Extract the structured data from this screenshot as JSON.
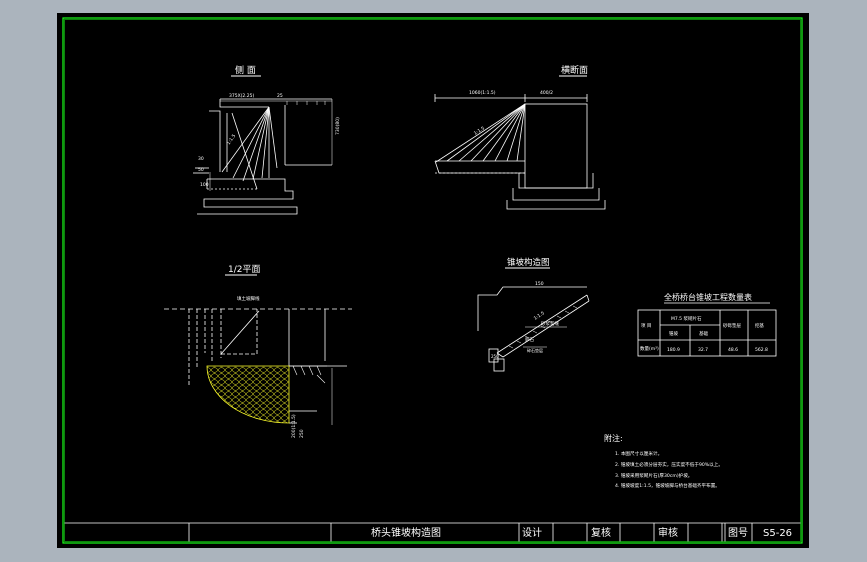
{
  "drawing": {
    "views": {
      "side": "侧 面",
      "section": "横断面",
      "half_plan": "1/2平面",
      "cone": "锥坡构造图"
    },
    "dims": {
      "side_top": "375X(2.25)",
      "side_top_small": "25",
      "side_right": "730(80)",
      "side_slope": "1:1.5",
      "side_b1": "30",
      "side_b2": "50",
      "side_b3": "100",
      "sec_left": "1060(1:1.5)",
      "sec_right": "400/2",
      "sec_slope": "1:1.5",
      "cone_top": "150",
      "cone_s1": "1:1.5",
      "cone_s2": "砂浆勾缝",
      "cone_s3": "卵石",
      "cone_s4": "碎石垫层",
      "cone_b": "250",
      "plan_note": "填土坡脚线",
      "plan_r1": "200(1:1.5)",
      "plan_r2": "250"
    },
    "quantity_table": {
      "title": "全桥桥台锥坡工程数量表",
      "head_left": "项 目",
      "head_group": "M7.5 浆砌片石",
      "head_sub1": "锥坡",
      "head_sub2": "基础",
      "head_col3": "砂砾垫层",
      "head_col4": "挖基",
      "row_label": "数量(m³)",
      "values": [
        "180.9",
        "32.7",
        "48.6",
        "562.8"
      ]
    },
    "notes": {
      "title": "附注:",
      "items": [
        "1. 本图尺寸以厘米计。",
        "2. 锥坡填土必须分层夯实，压实度不低于90%以上。",
        "3. 锥坡采用浆砌片石(厚30cm)护坡。",
        "4. 锥坡坡度1:1.5，锥坡坡脚与桥台基础齐平布置。"
      ]
    },
    "title_block": {
      "drawing_title": "桥头锥坡构造图",
      "design": "设计",
      "review": "复核",
      "approve": "审核",
      "number_label": "图号",
      "number": "S5-26"
    }
  }
}
